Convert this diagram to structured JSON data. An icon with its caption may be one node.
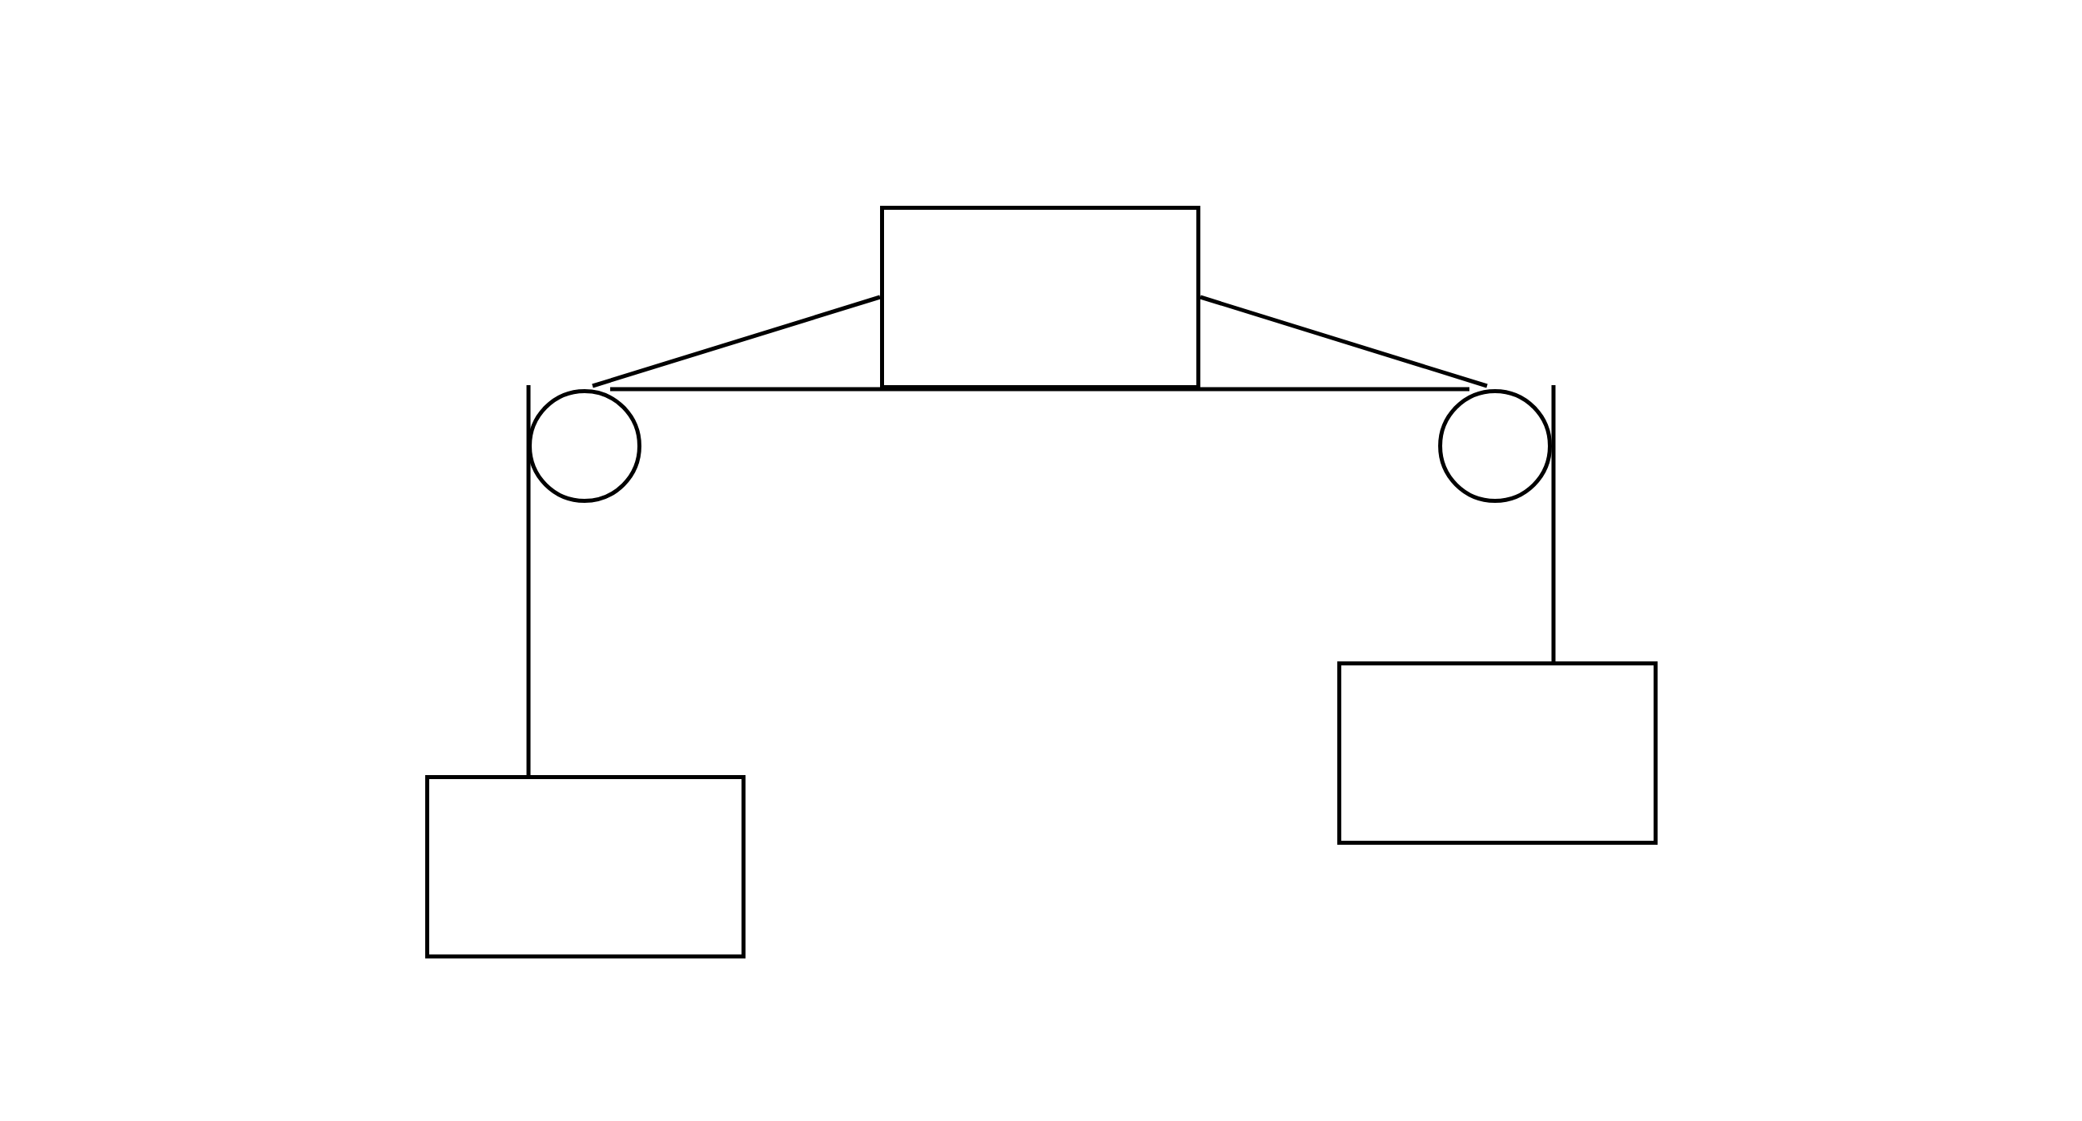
{
  "diagram": {
    "nodes": [
      {
        "text": [],
        "shape": "box"
      },
      {
        "text": [],
        "shape": "circle"
      },
      {
        "text": [],
        "shape": "circle"
      },
      {
        "text": [],
        "shape": "box"
      },
      {
        "text": [],
        "shape": "box"
      }
    ],
    "edges": [
      {
        "from": 0,
        "to": 1,
        "arrow": "none"
      },
      {
        "from": 0,
        "to": 2,
        "arrow": "none"
      },
      {
        "from": 1,
        "to": 3,
        "arrow": "none"
      },
      {
        "from": 2,
        "to": 4,
        "arrow": "none"
      }
    ]
  }
}
